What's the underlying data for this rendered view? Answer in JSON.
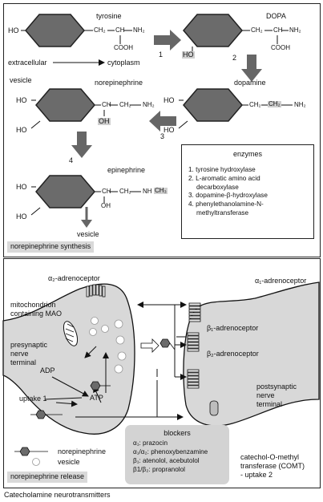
{
  "top": {
    "tyrosine": "tyrosine",
    "dopa": "DOPA",
    "dopamine": "dopamine",
    "norepinephrine": "norepinephrine",
    "epinephrine": "epinephrine",
    "extracellular": "extracellular",
    "cytoplasm": "cytoplasm",
    "vesicle_top": "vesicle",
    "vesicle_arrow": "vesicle",
    "steps": [
      "1",
      "2",
      "3",
      "4"
    ],
    "chem": {
      "ho": "HO",
      "ch2": "CH₂",
      "ch": "CH",
      "nh2": "NH₂",
      "cooh": "COOH",
      "oh": "OH",
      "nhch3_a": "NH",
      "nhch3_b": "CH₃",
      "dash": "—",
      "dash2": "—"
    },
    "enzymes_title": "enzymes",
    "enzymes": [
      "1. tyrosine hydroxylase",
      "2. L-aromatic amino acid",
      "    decarboxylase",
      "3. dopamine-β-hydroxylase",
      "4. phenylethanolamine-N-",
      "    methyltransferase"
    ],
    "caption": "norepinephrine synthesis"
  },
  "bottom": {
    "a2": "α₂-adrenoceptor",
    "a1": "α₁-adrenoceptor",
    "b1": "β₁-adrenoceptor",
    "b2": "β₂-adrenoceptor",
    "mito": [
      "mitochondrion",
      "containing MAO"
    ],
    "presynaptic": [
      "presynaptic",
      "nerve",
      "terminal"
    ],
    "postsynaptic": [
      "postsynaptic",
      "nerve",
      "terminal"
    ],
    "adp": "ADP",
    "atp": "ATP",
    "uptake1": "uptake 1",
    "legend_ne": "norepinephrine",
    "legend_vesicle": "vesicle",
    "blockers_title": "blockers",
    "blockers": [
      "α₁: prazocin",
      "α₁/α₂: phenoxybenzamine",
      "β₁: atenolol, acebutolol",
      "β1/β₂: propranolol"
    ],
    "comt": [
      "catechol-O-methyl",
      "transferase (COMT)",
      "- uptake 2"
    ],
    "caption": "norepinephrine release"
  },
  "figure_title": "Catecholamine neurotransmitters",
  "colors": {
    "ring": "#6b6b6b",
    "arrow": "#666666",
    "cell": "#d8d8d8",
    "shade": "#cfcfcf"
  }
}
